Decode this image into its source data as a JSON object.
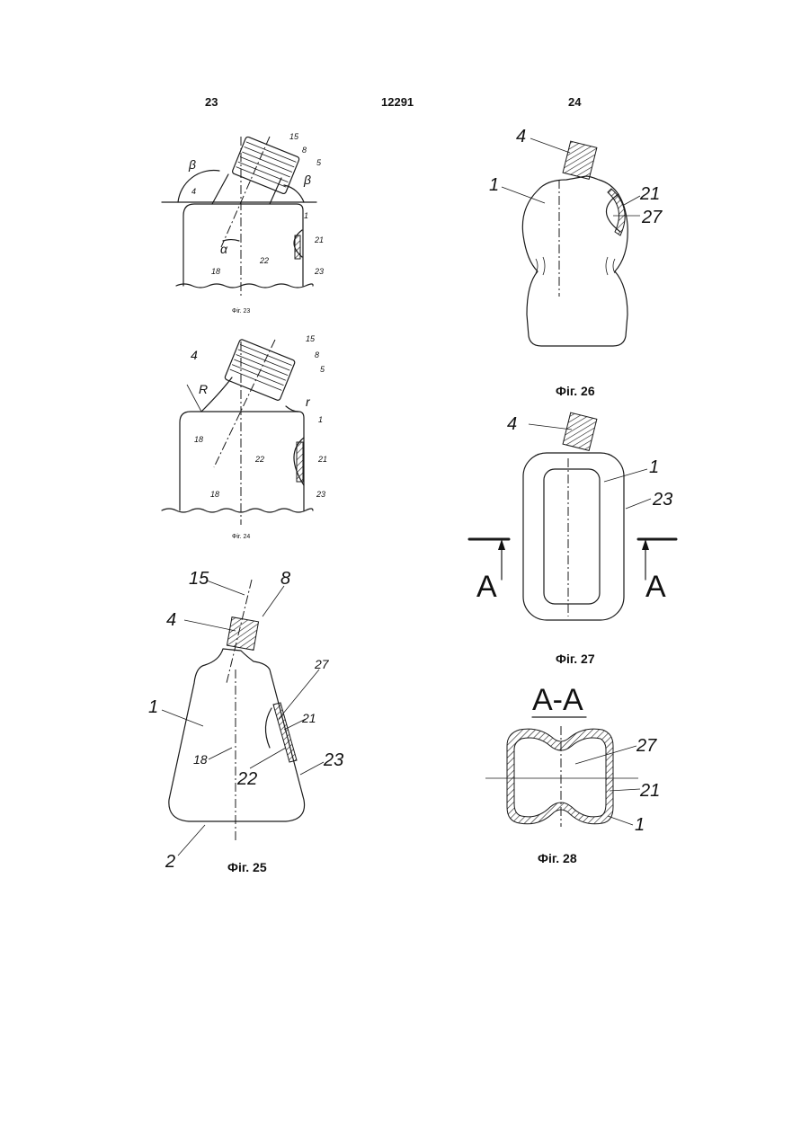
{
  "header": {
    "left_page": "23",
    "patent_number": "12291",
    "right_page": "24"
  },
  "figures": {
    "fig23": {
      "caption": "Фіг. 23",
      "labels": [
        "15",
        "8",
        "5",
        "β",
        "β",
        "4",
        "1",
        "α",
        "21",
        "22",
        "18",
        "23"
      ]
    },
    "fig24": {
      "caption": "Фіг. 24",
      "labels": [
        "15",
        "8",
        "5",
        "4",
        "R",
        "r",
        "1",
        "18",
        "22",
        "21",
        "18",
        "23"
      ]
    },
    "fig25": {
      "caption": "Фіг. 25",
      "labels": [
        "15",
        "8",
        "4",
        "1",
        "27",
        "21",
        "18",
        "22",
        "23",
        "2"
      ]
    },
    "fig26": {
      "caption": "Фіг. 26",
      "labels": [
        "4",
        "1",
        "21",
        "27"
      ]
    },
    "fig27": {
      "caption": "Фіг. 27",
      "labels": [
        "4",
        "1",
        "23",
        "A",
        "A"
      ]
    },
    "fig28": {
      "caption": "Фіг. 28",
      "section_title": "A-A",
      "labels": [
        "27",
        "21",
        "1"
      ]
    }
  }
}
